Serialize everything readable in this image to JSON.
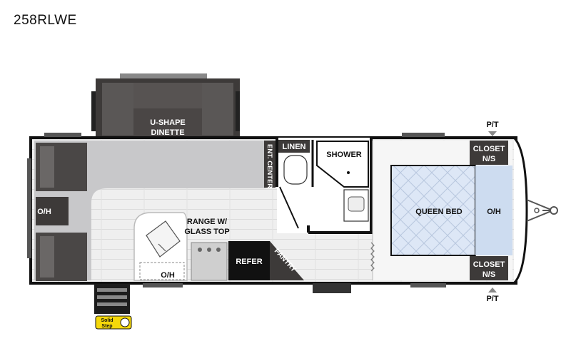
{
  "title": "258RLWE",
  "labels": {
    "dinette_line1": "U-SHAPE",
    "dinette_line2": "DINETTE",
    "ent_center": "ENT. CENTER",
    "linen": "LINEN",
    "shower": "SHOWER",
    "queen_bed": "QUEEN BED",
    "oh_left": "O/H",
    "oh_right": "O/H",
    "oh_counter": "O/H",
    "closet_top_line1": "CLOSET",
    "closet_top_line2": "N/S",
    "closet_bottom_line1": "CLOSET",
    "closet_bottom_line2": "N/S",
    "pt_top": "P/T",
    "pt_bottom": "P/T",
    "range_line1": "RANGE W/",
    "range_line2": "GLASS TOP",
    "refer": "REFER",
    "pantry": "PANTRY",
    "solid_line1": "Solid",
    "solid_line2": "Step"
  },
  "colors": {
    "wall": "#111111",
    "slideout": "#3d3a39",
    "floor_gray": "#c9c9cb",
    "bed_blue": "#dbe6f5",
    "floor_wood": "#ececec"
  }
}
